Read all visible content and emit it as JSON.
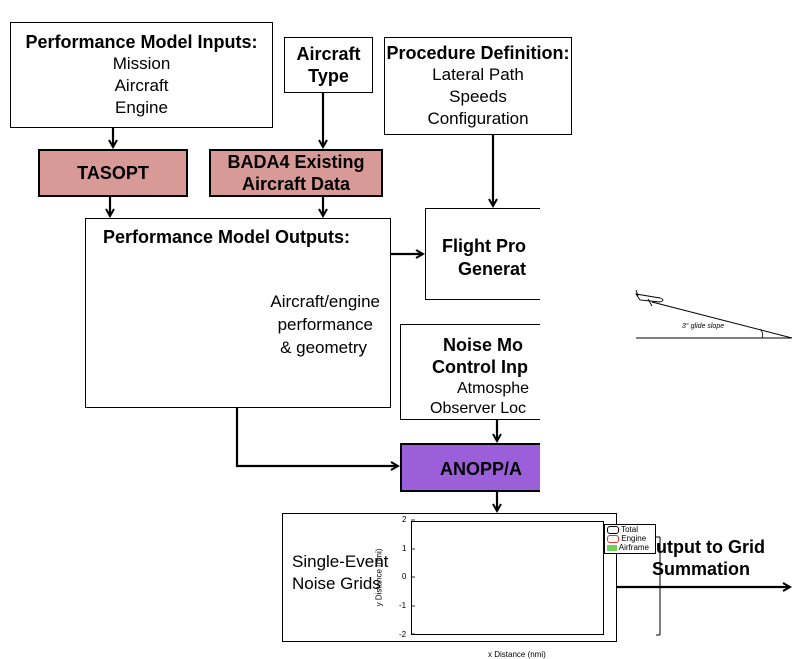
{
  "perf_inputs": {
    "title": "Performance Model Inputs:",
    "lines": [
      "Mission",
      "Aircraft",
      "Engine"
    ]
  },
  "aircraft_type": {
    "title_line1": "Aircraft",
    "title_line2": "Type"
  },
  "procedure": {
    "title": "Procedure Definition:",
    "lines": [
      "Lateral Path",
      "Speeds",
      "Configuration"
    ]
  },
  "tasopt": {
    "label": "TASOPT"
  },
  "bada4": {
    "line1": "BADA4 Existing",
    "line2": "Aircraft Data"
  },
  "perf_outputs": {
    "title": "Performance Model Outputs:",
    "lines": [
      "Aircraft/engine",
      "performance",
      "& geometry"
    ]
  },
  "flight_profile": {
    "line1": "Flight Pro",
    "line2": "Generat"
  },
  "glide": {
    "label": "3° glide slope"
  },
  "noise_control": {
    "line1": "Noise Mo",
    "line2": "Control Inp",
    "line3": "Atmosphe",
    "line4": "Observer Loc"
  },
  "anopp": {
    "label": "ANOPP/A"
  },
  "noise_grids": {
    "line1": "Single-Event",
    "line2": "Noise Grids",
    "ylabel": "y Distance (nmi)",
    "xlabel": "x Distance (nmi)",
    "yticks": [
      "2",
      "1",
      "0",
      "-1",
      "-2"
    ],
    "legend": [
      "Total",
      "Engine",
      "Airframe"
    ]
  },
  "output_grid": {
    "line1": "utput to Grid",
    "line2": "Summation"
  },
  "colors": {
    "pink": "#d89a96",
    "purple": "#9b5fd9",
    "engine": "#e0302a",
    "airframe": "#6fcf5a"
  }
}
